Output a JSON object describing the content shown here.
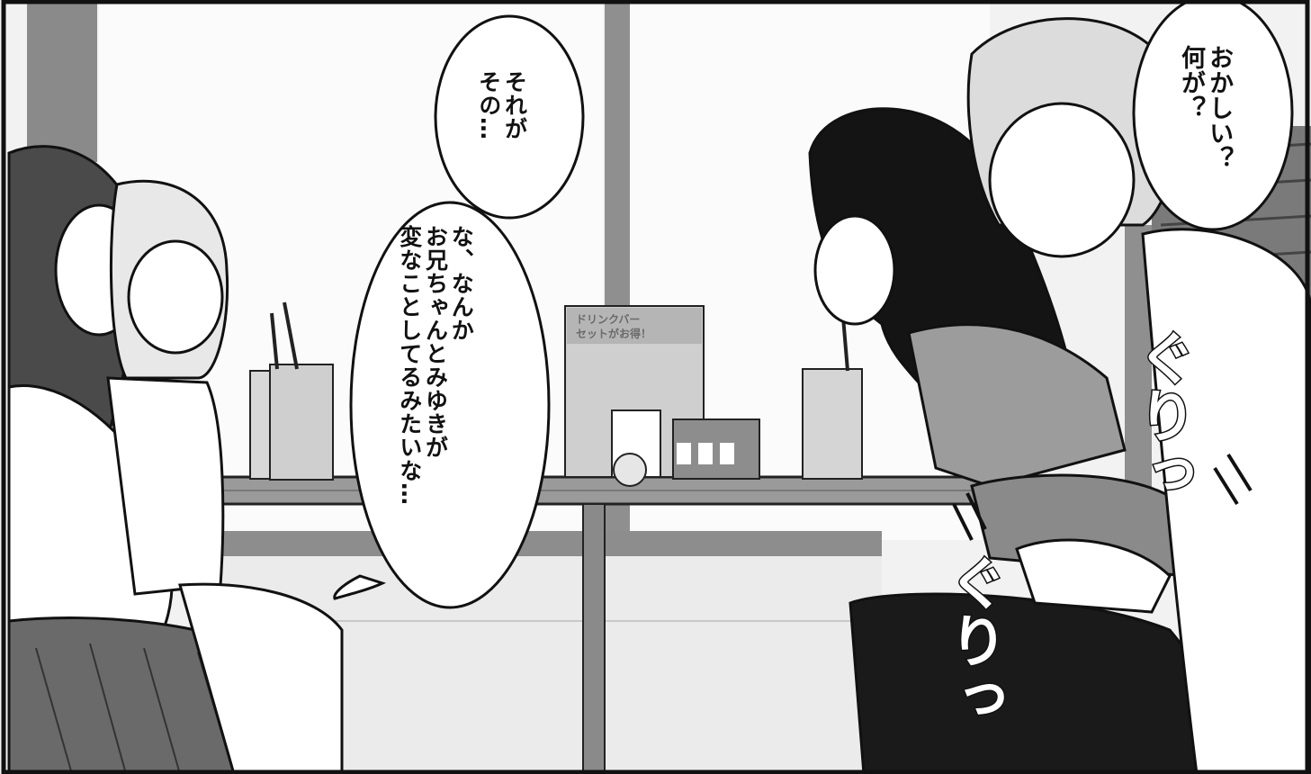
{
  "panel": {
    "bubbles": [
      {
        "id": "hesitant",
        "lines": [
          "それが",
          "その…"
        ]
      },
      {
        "id": "suspicious",
        "lines": [
          "な、なんか",
          "お兄ちゃんとみゆきが",
          "変なことしてるみたいな…"
        ]
      },
      {
        "id": "question",
        "lines": [
          "おかしい？",
          "何が？"
        ]
      }
    ],
    "sfx": [
      {
        "id": "sfx-upper",
        "text": "ぐりっ"
      },
      {
        "id": "sfx-lower",
        "text": "ぐりっ"
      }
    ],
    "menu_sign": {
      "line1": "ドリンクバー",
      "line2": "セットがお得！"
    }
  },
  "colors": {
    "ink": "#111111",
    "paper": "#ffffff",
    "screentone_light": "#d9d9d9",
    "screentone_mid": "#a8a8a8",
    "screentone_dark": "#555555"
  }
}
